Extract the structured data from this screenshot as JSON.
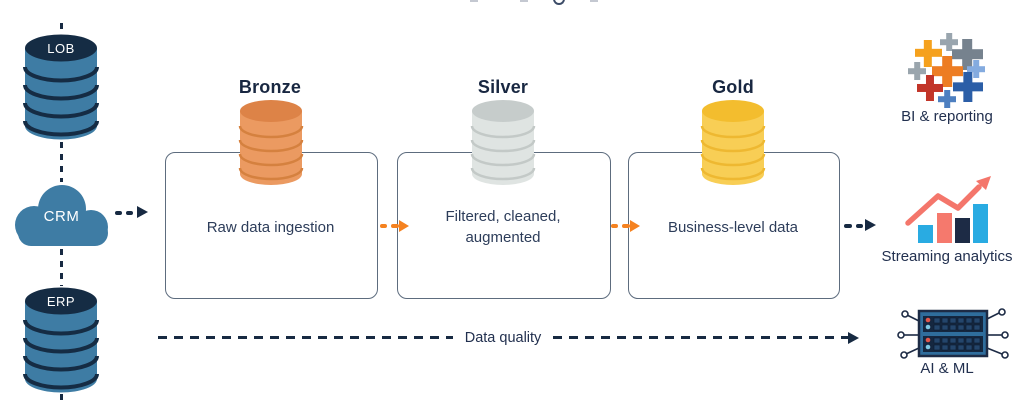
{
  "diagram": {
    "sources": [
      {
        "id": "lob",
        "label": "LOB",
        "shape": "database-cylinder"
      },
      {
        "id": "crm",
        "label": "CRM",
        "shape": "cloud"
      },
      {
        "id": "erp",
        "label": "ERP",
        "shape": "database-cylinder"
      }
    ],
    "stages": [
      {
        "name": "Bronze",
        "description": "Raw data ingestion"
      },
      {
        "name": "Silver",
        "description": "Filtered, cleaned,\naugmented"
      },
      {
        "name": "Gold",
        "description": "Business-level data"
      }
    ],
    "flow_label": "Data quality",
    "outputs": [
      {
        "label": "BI & reporting",
        "icon": "tableau-plus-cluster-icon"
      },
      {
        "label": "Streaming analytics",
        "icon": "bar-chart-trend-icon"
      },
      {
        "label": "AI & ML",
        "icon": "server-circuit-icon"
      }
    ],
    "colors": {
      "navy": "#172a42",
      "text": "#2d3d5a",
      "source_blue": "#3e7ca4",
      "source_top": "#152c44",
      "bronze_body": "#eb9a61",
      "bronze_top": "#dd8347",
      "bronze_band": "#d5813f",
      "silver_body": "#dfe4e2",
      "silver_top": "#c6cccb",
      "silver_band": "#c3c9c7",
      "gold_body": "#f8ce55",
      "gold_top": "#f3bd2e",
      "gold_band": "#eeb831",
      "orange_arrow": "#f58220",
      "box_border": "#5d6c7e",
      "stream_blue": "#29abe2",
      "stream_salmon": "#f5796d",
      "stream_navy": "#1d2b45",
      "stream_arrow": "#f4766b",
      "tableau": [
        "#f5a11d",
        "#99a5ae",
        "#76828e",
        "#9aa5ad",
        "#ed7d23",
        "#84abdf",
        "#c23529",
        "#2b5ea7",
        "#4d7fc0"
      ],
      "ai_steel": "#2f6d9c",
      "ai_dark": "#152740",
      "ai_red": "#e2574c",
      "ai_lightblue": "#7ec8e3"
    }
  }
}
